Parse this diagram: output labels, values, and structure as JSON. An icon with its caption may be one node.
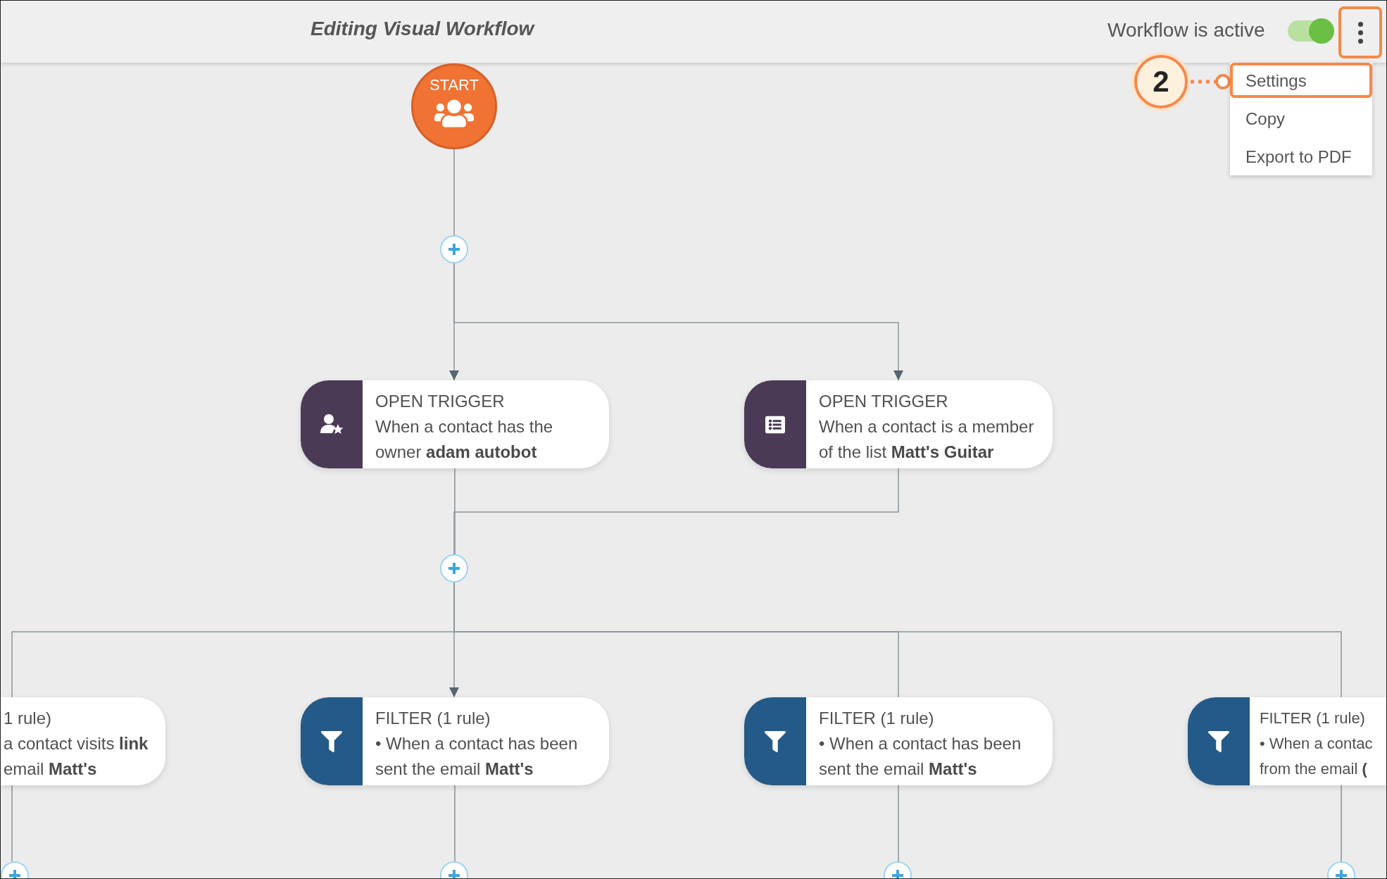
{
  "diagram": {
    "title": "Editing Visual Workflow",
    "nodes": [
      {
        "text": [
          "START"
        ]
      },
      {
        "text": [],
        "shape": "circle"
      },
      {
        "text": [
          "OPEN TRIGGER",
          "When a contact has the owner **adam autobot**"
        ]
      },
      {
        "text": [
          "OPEN TRIGGER",
          "When a contact is a member of the list **Matt's Guitar**"
        ]
      },
      {
        "text": [],
        "shape": "circle"
      },
      {
        "text": [
          "1 rule)",
          "a contact visits **link** email **Matt's**"
        ]
      },
      {
        "text": [
          "FILTER (1 rule)",
          "• When a contact has been sent the email **Matt's**"
        ]
      },
      {
        "text": [
          "FILTER (1 rule)",
          "• When a contact has been sent the email **Matt's**"
        ]
      },
      {
        "text": [
          "FILTER (1 rule)",
          "• When a contac from the email **(**"
        ]
      },
      {
        "text": [],
        "shape": "circle"
      },
      {
        "text": [],
        "shape": "circle"
      },
      {
        "text": [],
        "shape": "circle"
      },
      {
        "text": [],
        "shape": "circle"
      },
      {
        "text": [
          "Settings"
        ]
      },
      {
        "text": [
          "2"
        ]
      }
    ],
    "edges": [
      {
        "from": 0,
        "to": 1,
        "arrow": "none"
      },
      {
        "from": 1,
        "to": 2,
        "arrow": "to"
      },
      {
        "from": 1,
        "to": 3,
        "arrow": "to"
      },
      {
        "from": 2,
        "to": 4,
        "arrow": "none"
      },
      {
        "from": 3,
        "to": 4,
        "arrow": "none"
      },
      {
        "from": 4,
        "to": 5,
        "arrow": "none"
      },
      {
        "from": 4,
        "to": 6,
        "arrow": "to"
      },
      {
        "from": 4,
        "to": 7,
        "arrow": "none"
      },
      {
        "from": 4,
        "to": 8,
        "arrow": "none"
      },
      {
        "from": 5,
        "to": 9,
        "arrow": "none"
      },
      {
        "from": 6,
        "to": 10,
        "arrow": "none"
      },
      {
        "from": 7,
        "to": 11,
        "arrow": "none"
      },
      {
        "from": 8,
        "to": 12,
        "arrow": "none"
      },
      {
        "from": 14,
        "to": 13,
        "arrow": "other",
        "style": "dashed",
        "color": "#f5894a"
      }
    ],
    "labels": [
      "Workflow is active",
      "Copy",
      "Export to PDF"
    ]
  }
}
